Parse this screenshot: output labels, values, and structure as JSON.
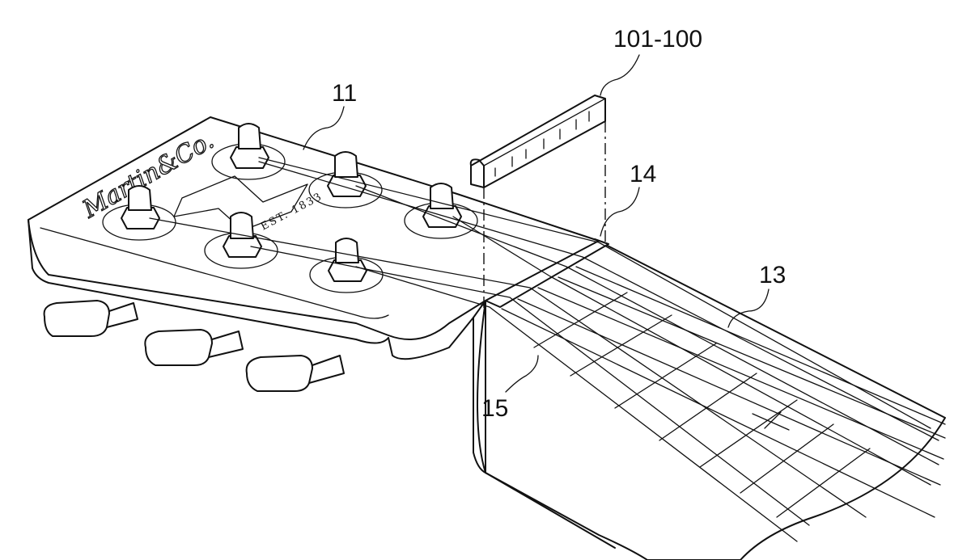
{
  "labels": {
    "headstock": "11",
    "fretboard": "13",
    "nut": "14",
    "string": "15",
    "gauge": "101-100"
  },
  "logo": {
    "brand": "Martin&Co.",
    "est": "EST. 1833"
  }
}
